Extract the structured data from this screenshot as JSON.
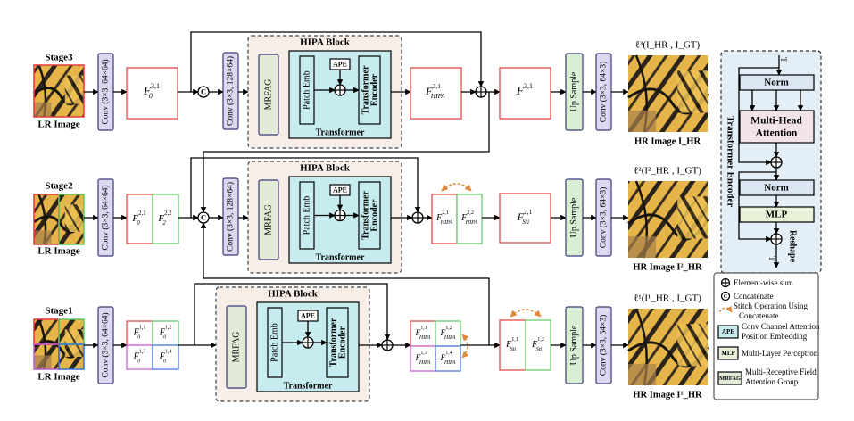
{
  "hipa_block_label": "HIPA Block",
  "transformer_label": "Transformer",
  "mrfag": "MRFAG",
  "patch_emb": "Patch Emb",
  "ape": "APE",
  "transformer_encoder_l1": "Transformer",
  "transformer_encoder_l2": "Encoder",
  "concat_symbol": "C",
  "up_sample": "Up Sample",
  "lr_image": "LR Image",
  "stages": [
    {
      "name": "Stage3",
      "conv_in": "Conv (3×3, 64×64)",
      "conv_mid": "Conv (3×3, 128×64)",
      "feat_in": [
        "F",
        "0",
        "3,1"
      ],
      "feat_hipa": [
        "F",
        "HIPA",
        "3,1"
      ],
      "feat_out": [
        "F",
        "",
        "3,1"
      ],
      "conv_out": "Conv (3×3, 64×3)",
      "loss": "ℓ³(I_HR , I_GT)",
      "hr_label": "HR Image I_HR"
    },
    {
      "name": "Stage2",
      "conv_in": "Conv (3×3, 64×64)",
      "conv_mid": "Conv (3×3, 128×64)",
      "feat_in": [
        [
          "F",
          "0",
          "2,1"
        ],
        [
          "F",
          "2",
          "2,2"
        ]
      ],
      "feat_hipa": [
        [
          "F",
          "HIPA",
          "2,1"
        ],
        [
          "F",
          "HIPA",
          "2,2"
        ]
      ],
      "feat_out": [
        "F",
        "Sti",
        "2,1"
      ],
      "conv_out": "Conv (3×3, 64×3)",
      "loss": "ℓ²(I²_HR , I_GT)",
      "hr_label": "HR Image I²_HR"
    },
    {
      "name": "Stage1",
      "conv_in": "Conv (3×3, 64×64)",
      "feat_in": [
        [
          "F",
          "0",
          "1,1"
        ],
        [
          "F",
          "0",
          "1,2"
        ],
        [
          "F",
          "0",
          "1,3"
        ],
        [
          "F",
          "0",
          "1,4"
        ]
      ],
      "feat_hipa": [
        [
          "F",
          "HIPA",
          "1,1"
        ],
        [
          "F",
          "HIPA",
          "1,2"
        ],
        [
          "F",
          "HIPA",
          "1,3"
        ],
        [
          "F",
          "HIPA",
          "1,4"
        ]
      ],
      "feat_out": [
        [
          "F",
          "Sti",
          "1,1"
        ],
        [
          "F",
          "Sti",
          "1,2"
        ]
      ],
      "conv_out": "Conv (3×3, 64×3)",
      "loss": "ℓ¹(I¹_HR , I_GT)",
      "hr_label": "HR Image I¹_HR"
    }
  ],
  "encoder_panel": {
    "title": "Transformer Encoder",
    "norm1": "Norm",
    "mha_l1": "Multi-Head",
    "mha_l2": "Attention",
    "norm2": "Norm",
    "mlp": "MLP",
    "reshape": "Reshape",
    "in_marker": "T",
    "out_marker": "T"
  },
  "legend": {
    "sum": "Element-wise sum",
    "concat": "Concatenate",
    "stitch_l1": "Stitch Operation Using",
    "stitch_l2": "Concatenate",
    "ape_key": "APE",
    "ape_desc_l1": "Conv Channel Attention",
    "ape_desc_l2": "Position Embedding",
    "mlp_key": "MLP",
    "mlp_desc": "Multi-Layer Perceptron",
    "mrfag_key": "MRFAG",
    "mrfag_desc_l1": "Multi-Receptive Field",
    "mrfag_desc_l2": "Attention Group"
  },
  "colors": {
    "conv_fill": "#dcd8f0",
    "conv_stroke": "#3a3a78",
    "mrfag_fill": "#e3ead7",
    "hipa_fill": "#f7eee8",
    "transformer_fill": "#c7ecf0",
    "upsample_fill": "#d9efd3",
    "encoder_panel_fill": "#e3eef6",
    "norm_fill": "#dbe6f2",
    "mha_fill": "#f2e4e6",
    "mlp_fill": "#e8f0d8",
    "red": "#e23b3b",
    "green": "#5ec95e",
    "purple": "#c05ad0",
    "blue": "#3a6fd8",
    "stitch_arrow": "#e08a3a"
  }
}
